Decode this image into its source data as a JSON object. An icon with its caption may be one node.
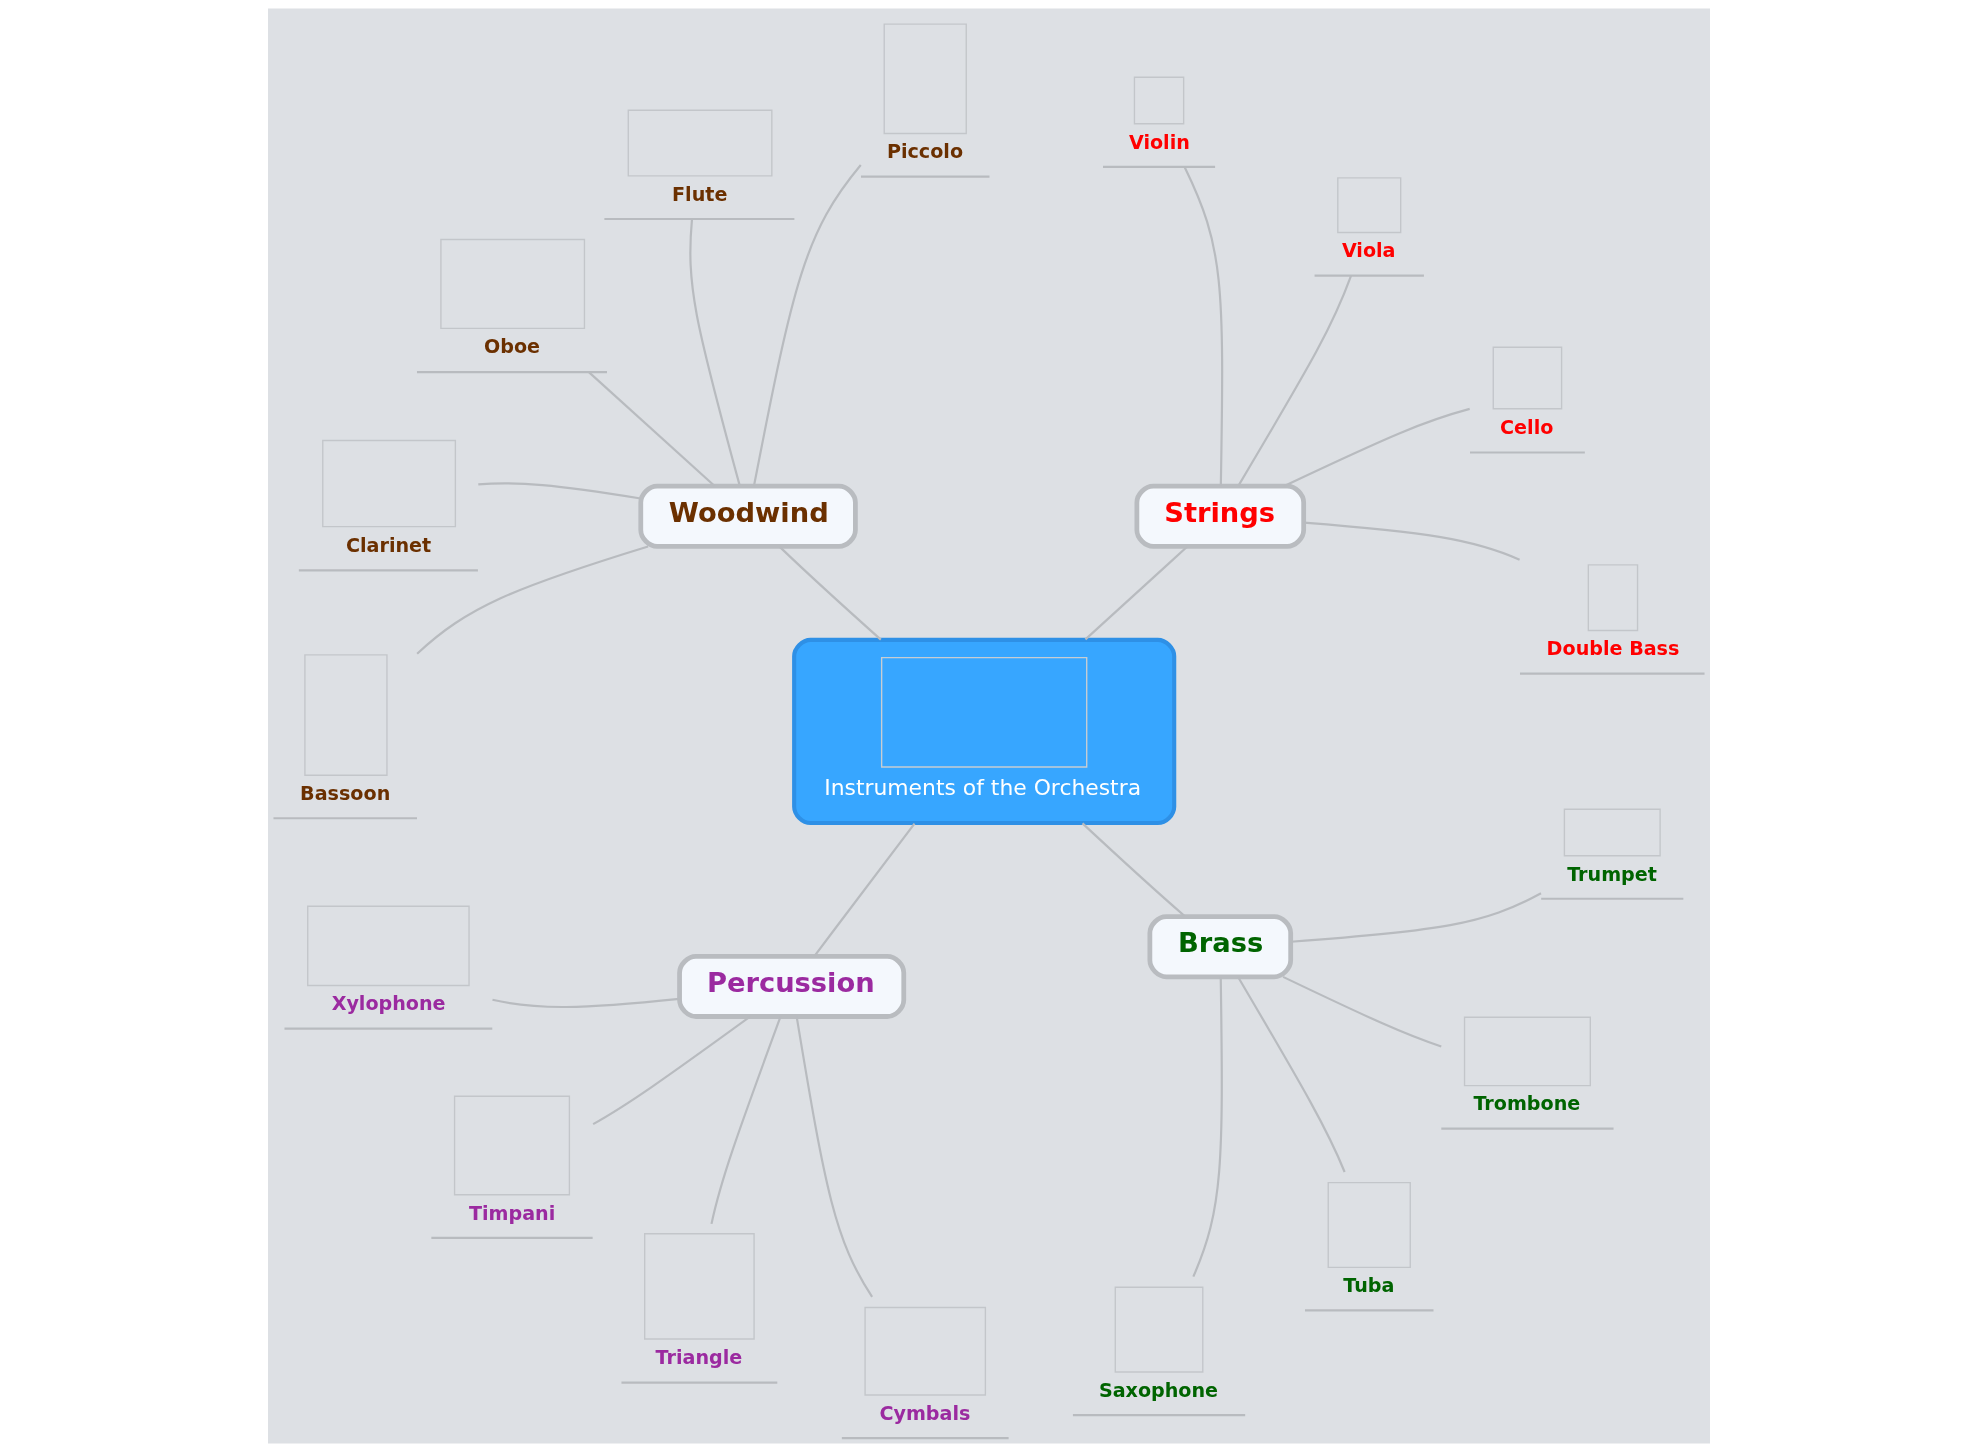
{
  "diagram": {
    "nodes": [
      {
        "text": [
          "Instruments of the Orchestra"
        ]
      },
      {
        "text": [
          "Woodwind"
        ]
      },
      {
        "text": [
          "Piccolo"
        ]
      },
      {
        "text": [
          "Flute"
        ]
      },
      {
        "text": [
          "Oboe"
        ]
      },
      {
        "text": [
          "Clarinet"
        ]
      },
      {
        "text": [
          "Bassoon"
        ]
      },
      {
        "text": [
          "Strings"
        ]
      },
      {
        "text": [
          "Violin"
        ]
      },
      {
        "text": [
          "Viola"
        ]
      },
      {
        "text": [
          "Cello"
        ]
      },
      {
        "text": [
          "Double Bass"
        ]
      },
      {
        "text": [
          "Percussion"
        ]
      },
      {
        "text": [
          "Xylophone"
        ]
      },
      {
        "text": [
          "Timpani"
        ]
      },
      {
        "text": [
          "Triangle"
        ]
      },
      {
        "text": [
          "Cymbals"
        ]
      },
      {
        "text": [
          "Brass"
        ]
      },
      {
        "text": [
          "Trumpet"
        ]
      },
      {
        "text": [
          "Trombone"
        ]
      },
      {
        "text": [
          "Tuba"
        ]
      },
      {
        "text": [
          "Saxophone"
        ]
      }
    ],
    "edges": [
      {
        "from": 0,
        "to": 1,
        "arrow": "none"
      },
      {
        "from": 1,
        "to": 2,
        "arrow": "none"
      },
      {
        "from": 1,
        "to": 3,
        "arrow": "none"
      },
      {
        "from": 1,
        "to": 4,
        "arrow": "none"
      },
      {
        "from": 1,
        "to": 5,
        "arrow": "none"
      },
      {
        "from": 1,
        "to": 6,
        "arrow": "none"
      },
      {
        "from": 0,
        "to": 7,
        "arrow": "none"
      },
      {
        "from": 7,
        "to": 8,
        "arrow": "none"
      },
      {
        "from": 7,
        "to": 9,
        "arrow": "none"
      },
      {
        "from": 7,
        "to": 10,
        "arrow": "none"
      },
      {
        "from": 7,
        "to": 11,
        "arrow": "none"
      },
      {
        "from": 0,
        "to": 12,
        "arrow": "none"
      },
      {
        "from": 12,
        "to": 13,
        "arrow": "none"
      },
      {
        "from": 12,
        "to": 14,
        "arrow": "none"
      },
      {
        "from": 12,
        "to": 15,
        "arrow": "none"
      },
      {
        "from": 12,
        "to": 16,
        "arrow": "none"
      },
      {
        "from": 0,
        "to": 17,
        "arrow": "none"
      },
      {
        "from": 17,
        "to": 18,
        "arrow": "none"
      },
      {
        "from": 17,
        "to": 19,
        "arrow": "none"
      },
      {
        "from": 17,
        "to": 20,
        "arrow": "none"
      },
      {
        "from": 17,
        "to": 21,
        "arrow": "none"
      }
    ]
  }
}
